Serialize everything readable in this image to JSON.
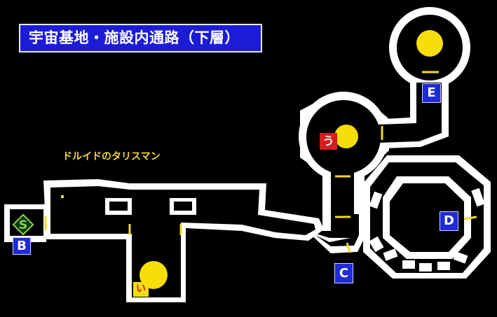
{
  "title": "宇宙基地・施設内通路（下層）",
  "note": "ドルイドのタリスマン",
  "save_point": {
    "label": "S"
  },
  "markers": {
    "B": "B",
    "C": "C",
    "D": "D",
    "E": "E",
    "u": "う",
    "i": "い"
  },
  "colors": {
    "wall": "#ffffff",
    "floor": "#000000",
    "door": "#f3d72a",
    "chest": "#f7dd0a",
    "banner": "#1c1cd6",
    "save": "#8fd14f"
  }
}
